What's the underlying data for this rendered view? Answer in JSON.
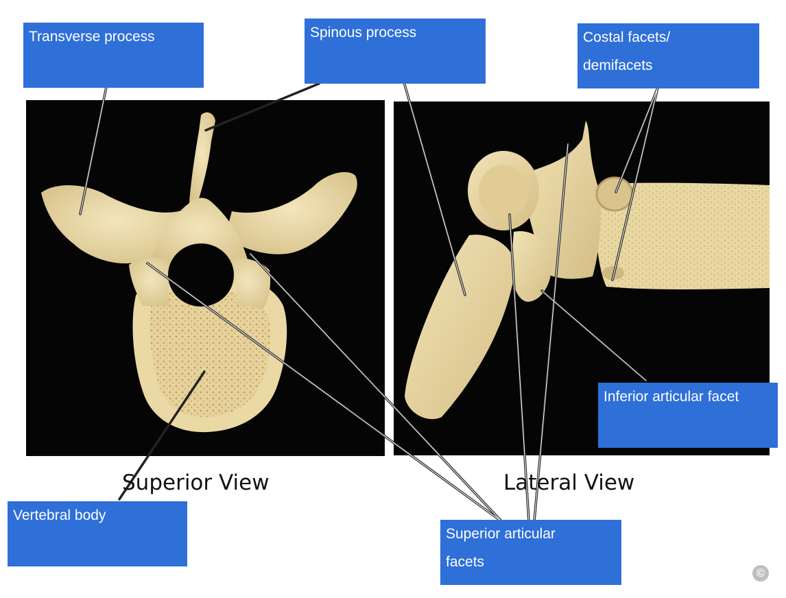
{
  "labels": {
    "transverse_process": "Transverse process",
    "spinous_process": "Spinous process",
    "costal_facets": "Costal facets/\ndemifacets",
    "inferior_articular_facet": "Inferior articular facet",
    "vertebral_body": "Vertebral body",
    "superior_articular_facets": "Superior articular\nfacets"
  },
  "views": {
    "superior": "Superior View",
    "lateral": "Lateral View"
  },
  "copyright_symbol": "©",
  "colors": {
    "label_background": "#2e6fd8",
    "label_text": "#ffffff",
    "photo_background": "#050505",
    "bone": "#ecdcab"
  }
}
